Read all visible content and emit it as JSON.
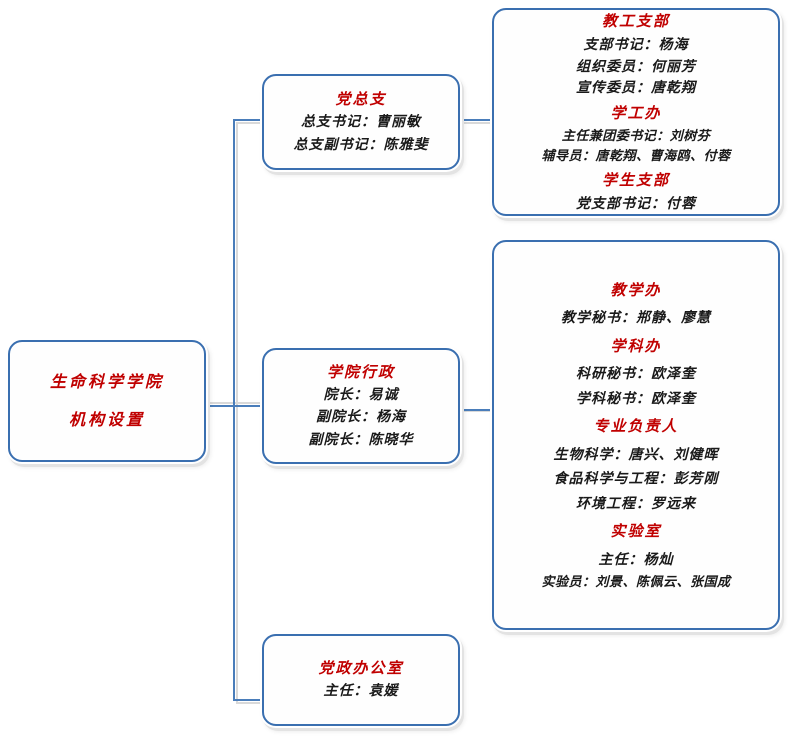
{
  "diagram": {
    "title": "生命科学学院机构设置",
    "colors": {
      "header_red": "#c00000",
      "box_border_blue": "#3a6fb0",
      "connector_blue": "#4a7dba",
      "shadow_gray": "#d9d9d9",
      "body_text": "#1a1a1a",
      "background": "#ffffff"
    }
  },
  "root": {
    "line1": "生命科学学院",
    "line2": "机构设置"
  },
  "party": {
    "header": "党总支",
    "lines": [
      "总支书记：曹丽敏",
      "总支副书记：陈雅斐"
    ]
  },
  "party_detail": {
    "sections": [
      {
        "header": "教工支部",
        "lines": [
          "支部书记：杨海",
          "组织委员：何丽芳",
          "宣传委员：唐乾翔"
        ]
      },
      {
        "header": "学工办",
        "lines": [
          "主任兼团委书记：刘树芬",
          "辅导员：唐乾翔、曹海鸥、付蓉"
        ]
      },
      {
        "header": "学生支部",
        "lines": [
          "党支部书记：付蓉"
        ]
      }
    ]
  },
  "admin": {
    "header": "学院行政",
    "lines": [
      "院长：易诚",
      "副院长：杨海",
      "副院长：陈晓华"
    ]
  },
  "admin_detail": {
    "sections": [
      {
        "header": "教学办",
        "lines": [
          "教学秘书：郱静、廖慧"
        ]
      },
      {
        "header": "学科办",
        "lines": [
          "科研秘书：欧泽奎",
          "学科秘书：欧泽奎"
        ]
      },
      {
        "header": "专业负责人",
        "lines": [
          "生物科学：唐兴、刘健晖",
          "食品科学与工程：彭芳刚",
          "环境工程：罗远来"
        ]
      },
      {
        "header": "实验室",
        "lines": [
          "主任：杨灿",
          "实验员：刘景、陈佩云、张国成"
        ]
      }
    ]
  },
  "office": {
    "header": "党政办公室",
    "lines": [
      "主任：袁媛"
    ]
  }
}
